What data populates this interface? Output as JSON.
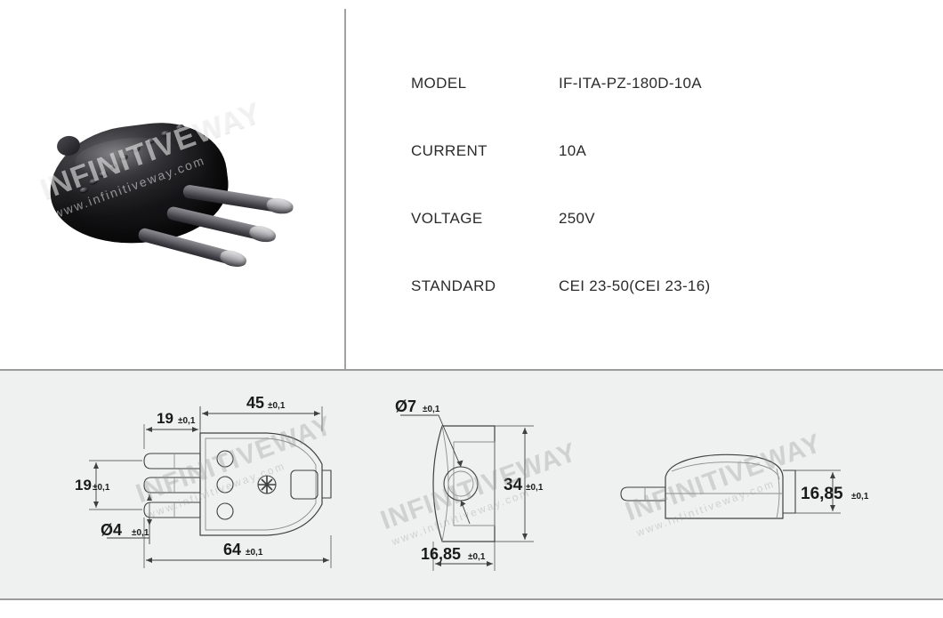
{
  "product": {
    "photo_alt": "black italian 3-pin plug",
    "watermark": {
      "main": "INFINITIVEWAY",
      "sub": "www.infinitiveway.com"
    }
  },
  "specs": {
    "rows": [
      {
        "label": "MODEL",
        "value": "IF-ITA-PZ-180D-10A"
      },
      {
        "label": "CURRENT",
        "value": "10A"
      },
      {
        "label": "VOLTAGE",
        "value": "250V"
      },
      {
        "label": "STANDARD",
        "value": "CEI 23-50(CEI 23-16)"
      }
    ]
  },
  "drawings": {
    "front_view": {
      "name": "front-view",
      "dims": {
        "width_total": "64",
        "width_total_tol": "±0,1",
        "width_body": "45",
        "width_body_tol": "±0,1",
        "pin_length": "19",
        "pin_length_tol": "±0,1",
        "pin_spacing": "19",
        "pin_spacing_tol": "±0,1",
        "pin_diameter": "Ø4",
        "pin_diameter_tol": "±0,1"
      }
    },
    "side_view": {
      "name": "side-view",
      "dims": {
        "hole_diameter": "Ø7",
        "hole_diameter_tol": "±0,1",
        "height": "34",
        "height_tol": "±0,1",
        "thickness": "16,85",
        "thickness_tol": "±0,1"
      }
    },
    "profile_view": {
      "name": "profile-view",
      "dims": {
        "thickness": "16,85",
        "thickness_tol": "±0,1"
      }
    },
    "watermark": {
      "main": "INFINITIVEWAY",
      "sub": "www.infinitiveway.com"
    }
  },
  "colors": {
    "panel_bg": "#eff0f0",
    "divider": "#9b9b9b",
    "text": "#2b2b2b",
    "line": "#404040"
  }
}
